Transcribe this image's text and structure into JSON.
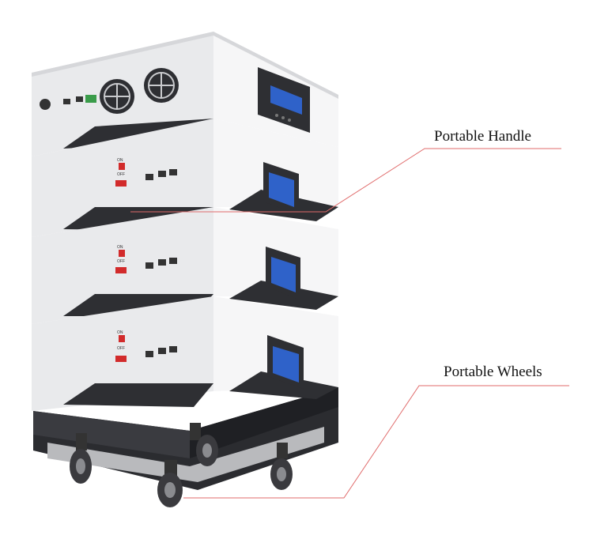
{
  "callouts": {
    "handle": {
      "label": "Portable Handle"
    },
    "wheels": {
      "label": "Portable Wheels"
    }
  },
  "module_switch": {
    "on": "ON",
    "off": "OFF"
  },
  "colors": {
    "background": "#ffffff",
    "cabinet": "#e9eaec",
    "cabinet_shade": "#d6d7da",
    "panel_dark": "#2e2f33",
    "screen": "#2f62c9",
    "switch_red": "#d22b2b",
    "callout_line": "#e06b6b",
    "text": "#111111"
  }
}
